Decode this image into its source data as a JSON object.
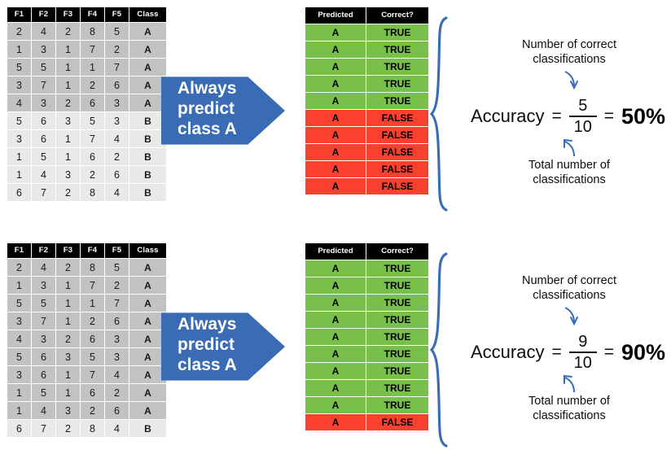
{
  "colors": {
    "accent_blue": "#3a6cb5",
    "true_green": "#79c04b",
    "false_red": "#fc4030",
    "header_black": "#000000",
    "row_class_a_gray": "#c2c2c2",
    "row_class_b_gray": "#e9e9e9"
  },
  "feature_table": {
    "headers": [
      "F1",
      "F2",
      "F3",
      "F4",
      "F5",
      "Class"
    ]
  },
  "prediction_table": {
    "headers": [
      "Predicted",
      "Correct?"
    ]
  },
  "labels": {
    "arrow_line1": "Always",
    "arrow_line2": "predict",
    "arrow_line3": "class A",
    "numerator_caption_line1": "Number of correct",
    "numerator_caption_line2": "classifications",
    "denominator_caption_line1": "Total number of",
    "denominator_caption_line2": "classifications",
    "accuracy_word": "Accuracy",
    "equals": "=",
    "equals2": "="
  },
  "panels": [
    {
      "id": "top",
      "feature_rows": [
        {
          "values": [
            "2",
            "4",
            "2",
            "8",
            "5"
          ],
          "cls": "A"
        },
        {
          "values": [
            "1",
            "3",
            "1",
            "7",
            "2"
          ],
          "cls": "A"
        },
        {
          "values": [
            "5",
            "5",
            "1",
            "1",
            "7"
          ],
          "cls": "A"
        },
        {
          "values": [
            "3",
            "7",
            "1",
            "2",
            "6"
          ],
          "cls": "A"
        },
        {
          "values": [
            "4",
            "3",
            "2",
            "6",
            "3"
          ],
          "cls": "A"
        },
        {
          "values": [
            "5",
            "6",
            "3",
            "5",
            "3"
          ],
          "cls": "B"
        },
        {
          "values": [
            "3",
            "6",
            "1",
            "7",
            "4"
          ],
          "cls": "B"
        },
        {
          "values": [
            "1",
            "5",
            "1",
            "6",
            "2"
          ],
          "cls": "B"
        },
        {
          "values": [
            "1",
            "4",
            "3",
            "2",
            "6"
          ],
          "cls": "B"
        },
        {
          "values": [
            "6",
            "7",
            "2",
            "8",
            "4"
          ],
          "cls": "B"
        }
      ],
      "prediction_rows": [
        {
          "predicted": "A",
          "correct": "TRUE"
        },
        {
          "predicted": "A",
          "correct": "TRUE"
        },
        {
          "predicted": "A",
          "correct": "TRUE"
        },
        {
          "predicted": "A",
          "correct": "TRUE"
        },
        {
          "predicted": "A",
          "correct": "TRUE"
        },
        {
          "predicted": "A",
          "correct": "FALSE"
        },
        {
          "predicted": "A",
          "correct": "FALSE"
        },
        {
          "predicted": "A",
          "correct": "FALSE"
        },
        {
          "predicted": "A",
          "correct": "FALSE"
        },
        {
          "predicted": "A",
          "correct": "FALSE"
        }
      ],
      "accuracy": {
        "numerator": "5",
        "denominator": "10",
        "percent": "50%"
      }
    },
    {
      "id": "bottom",
      "feature_rows": [
        {
          "values": [
            "2",
            "4",
            "2",
            "8",
            "5"
          ],
          "cls": "A"
        },
        {
          "values": [
            "1",
            "3",
            "1",
            "7",
            "2"
          ],
          "cls": "A"
        },
        {
          "values": [
            "5",
            "5",
            "1",
            "1",
            "7"
          ],
          "cls": "A"
        },
        {
          "values": [
            "3",
            "7",
            "1",
            "2",
            "6"
          ],
          "cls": "A"
        },
        {
          "values": [
            "4",
            "3",
            "2",
            "6",
            "3"
          ],
          "cls": "A"
        },
        {
          "values": [
            "5",
            "6",
            "3",
            "5",
            "3"
          ],
          "cls": "A"
        },
        {
          "values": [
            "3",
            "6",
            "1",
            "7",
            "4"
          ],
          "cls": "A"
        },
        {
          "values": [
            "1",
            "5",
            "1",
            "6",
            "2"
          ],
          "cls": "A"
        },
        {
          "values": [
            "1",
            "4",
            "3",
            "2",
            "6"
          ],
          "cls": "A"
        },
        {
          "values": [
            "6",
            "7",
            "2",
            "8",
            "4"
          ],
          "cls": "B"
        }
      ],
      "prediction_rows": [
        {
          "predicted": "A",
          "correct": "TRUE"
        },
        {
          "predicted": "A",
          "correct": "TRUE"
        },
        {
          "predicted": "A",
          "correct": "TRUE"
        },
        {
          "predicted": "A",
          "correct": "TRUE"
        },
        {
          "predicted": "A",
          "correct": "TRUE"
        },
        {
          "predicted": "A",
          "correct": "TRUE"
        },
        {
          "predicted": "A",
          "correct": "TRUE"
        },
        {
          "predicted": "A",
          "correct": "TRUE"
        },
        {
          "predicted": "A",
          "correct": "TRUE"
        },
        {
          "predicted": "A",
          "correct": "FALSE"
        }
      ],
      "accuracy": {
        "numerator": "9",
        "denominator": "10",
        "percent": "90%"
      }
    }
  ]
}
